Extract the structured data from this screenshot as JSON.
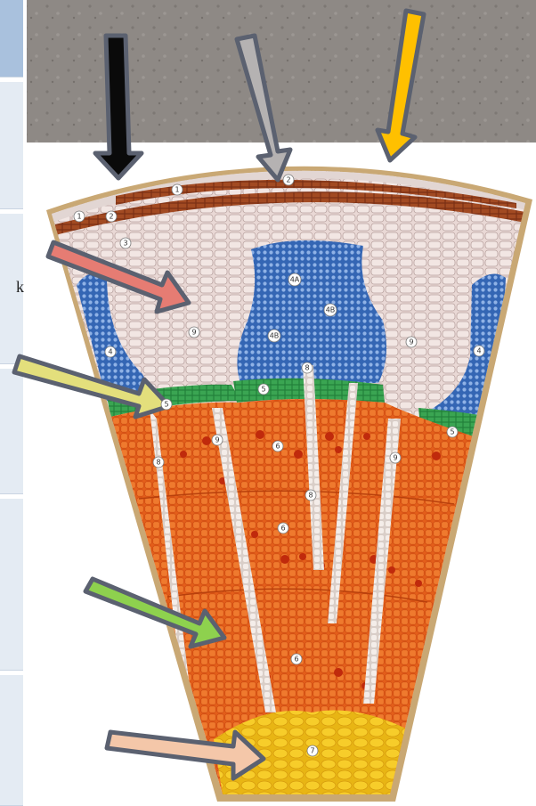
{
  "side_panel_letter": "k",
  "labels": [
    {
      "id": "label-1-left",
      "text": "1"
    },
    {
      "id": "label-1-top",
      "text": "1"
    },
    {
      "id": "label-2-left",
      "text": "2"
    },
    {
      "id": "label-2-top",
      "text": "2"
    },
    {
      "id": "label-3",
      "text": "3"
    },
    {
      "id": "label-4-left",
      "text": "4"
    },
    {
      "id": "label-4-right",
      "text": "4"
    },
    {
      "id": "label-4a",
      "text": "4A"
    },
    {
      "id": "label-4b-right",
      "text": "4B"
    },
    {
      "id": "label-4b-left",
      "text": "4B"
    },
    {
      "id": "label-5-left",
      "text": "5"
    },
    {
      "id": "label-5-center",
      "text": "5"
    },
    {
      "id": "label-5-right",
      "text": "5"
    },
    {
      "id": "label-6-upper",
      "text": "6"
    },
    {
      "id": "label-6-mid",
      "text": "6"
    },
    {
      "id": "label-6-lower",
      "text": "6"
    },
    {
      "id": "label-7",
      "text": "7"
    },
    {
      "id": "label-8-left",
      "text": "8"
    },
    {
      "id": "label-8-center",
      "text": "8"
    },
    {
      "id": "label-8-mid",
      "text": "8"
    },
    {
      "id": "label-9-left",
      "text": "9"
    },
    {
      "id": "label-9-center",
      "text": "9"
    },
    {
      "id": "label-9-right",
      "text": "9"
    },
    {
      "id": "label-9-lower",
      "text": "9"
    }
  ],
  "arrows": [
    {
      "id": "arrow-black",
      "color": "#0a0a0a"
    },
    {
      "id": "arrow-gray",
      "color": "#b5b2b2"
    },
    {
      "id": "arrow-yellow",
      "color": "#ffc000"
    },
    {
      "id": "arrow-red",
      "color": "#e67c73"
    },
    {
      "id": "arrow-khaki",
      "color": "#e3df7c"
    },
    {
      "id": "arrow-green",
      "color": "#8ed14e"
    },
    {
      "id": "arrow-peach",
      "color": "#f4c7a9"
    }
  ],
  "colors": {
    "background_top": "#8c8784",
    "bark_outer": "#d9cfcb",
    "cork_brown": "#8a3c1e",
    "cortex": "#e8d9d6",
    "phloem_blue": "#3f6fb8",
    "cambium_green": "#2e8f3c",
    "xylem_orange": "#e8621c",
    "pith_yellow": "#f3c21c",
    "frame_tan": "#c9a874"
  }
}
